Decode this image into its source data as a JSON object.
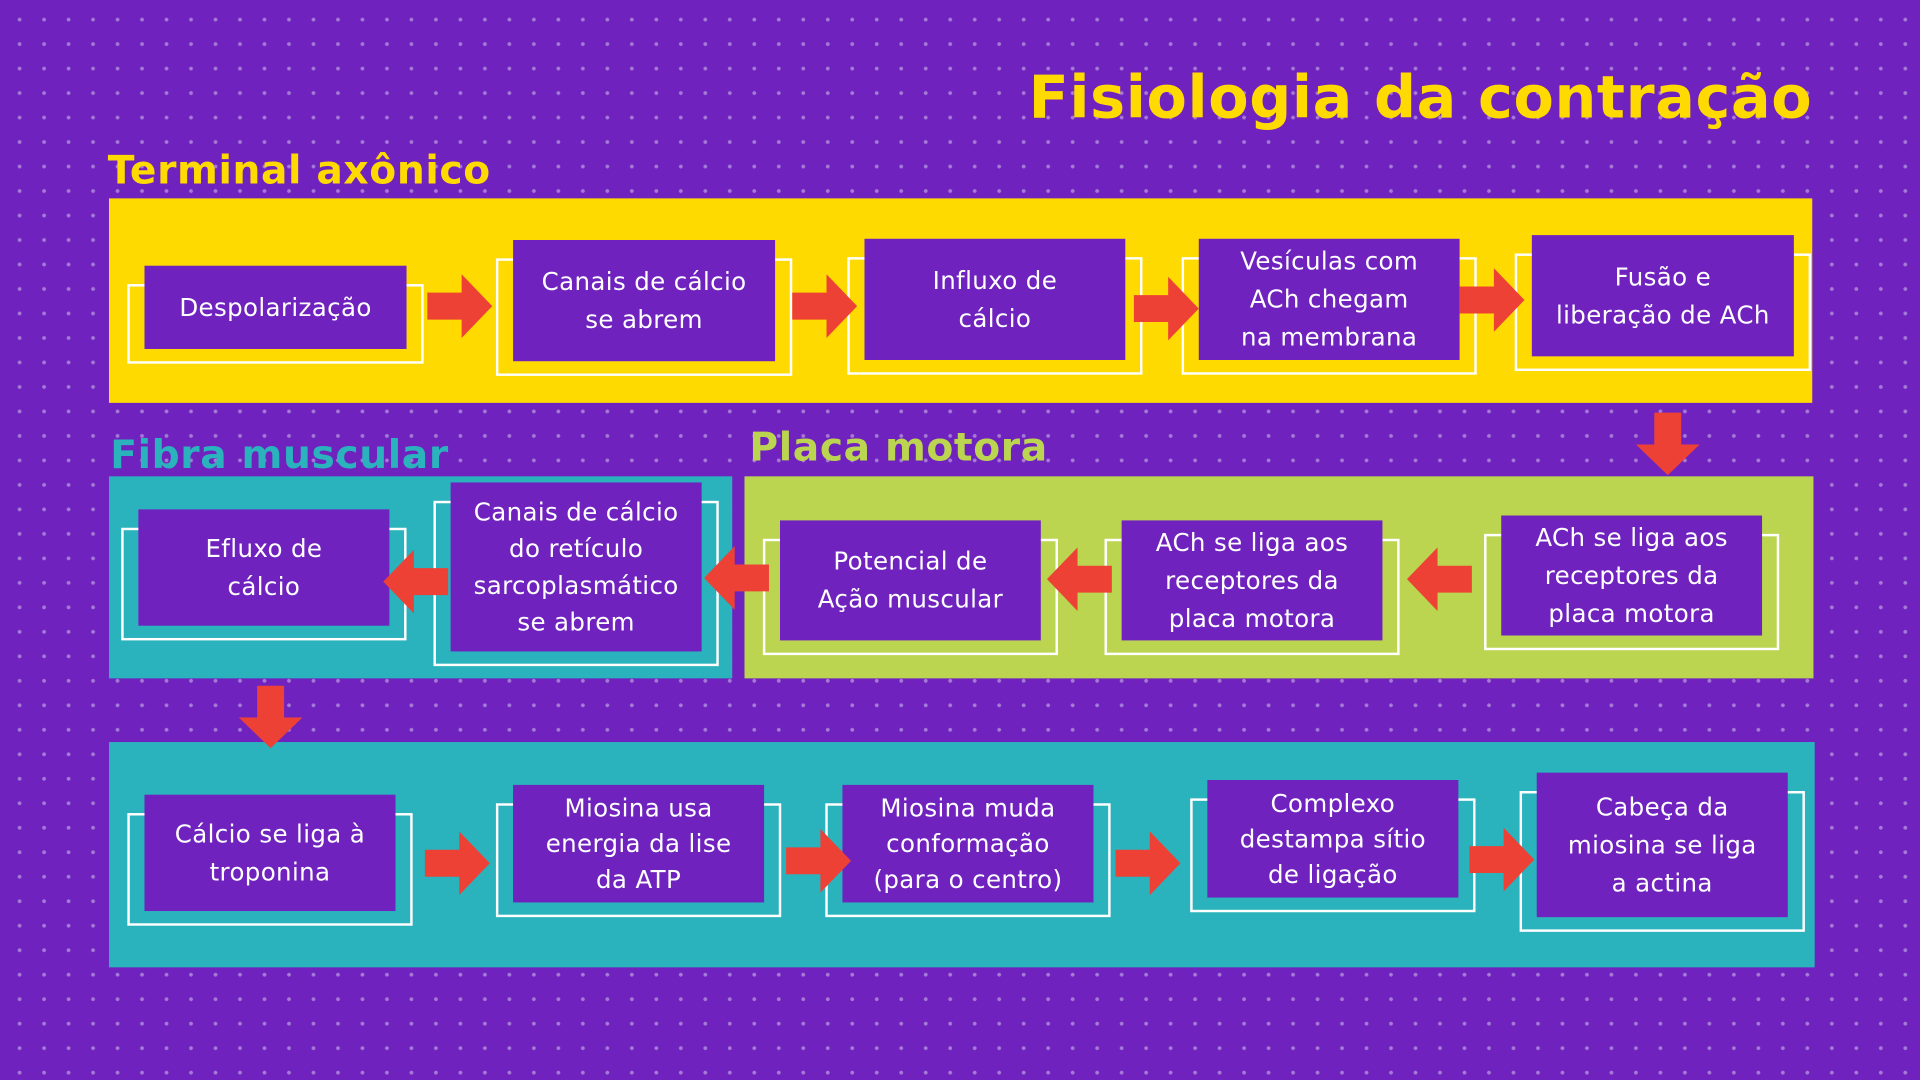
{
  "title": "Fisiologia da contração",
  "colors": {
    "background": "#7022be",
    "yellow": "#ffda00",
    "teal": "#2ab2bd",
    "green": "#bbd551",
    "arrow": "#ee4136",
    "box": "#7022be"
  },
  "sections": {
    "terminal": {
      "label": "Terminal axônico",
      "steps": [
        "Despolarização",
        "Canais de cálcio\nse abrem",
        "Influxo de\ncálcio",
        "Vesículas com\nACh chegam\nna membrana",
        "Fusão e\nliberação de ACh"
      ]
    },
    "placa": {
      "label": "Placa motora",
      "steps": [
        "ACh se liga aos\nreceptores da\nplaca motora",
        "ACh se liga aos\nreceptores da\nplaca motora",
        "Potencial de\nAção muscular"
      ]
    },
    "fibra": {
      "label": "Fibra muscular",
      "steps": [
        "Canais de cálcio\ndo retículo\nsarcoplasmático\nse abrem",
        "Efluxo de\ncálcio"
      ]
    },
    "contracao": {
      "steps": [
        "Cálcio se liga à\ntroponina",
        "Miosina usa\nenergia da lise\nda ATP",
        "Miosina muda\nconformação\n(para o centro)",
        "Complexo\ndestampa sítio\nde ligação",
        "Cabeça da\nmiosina se liga\na actina"
      ]
    }
  }
}
